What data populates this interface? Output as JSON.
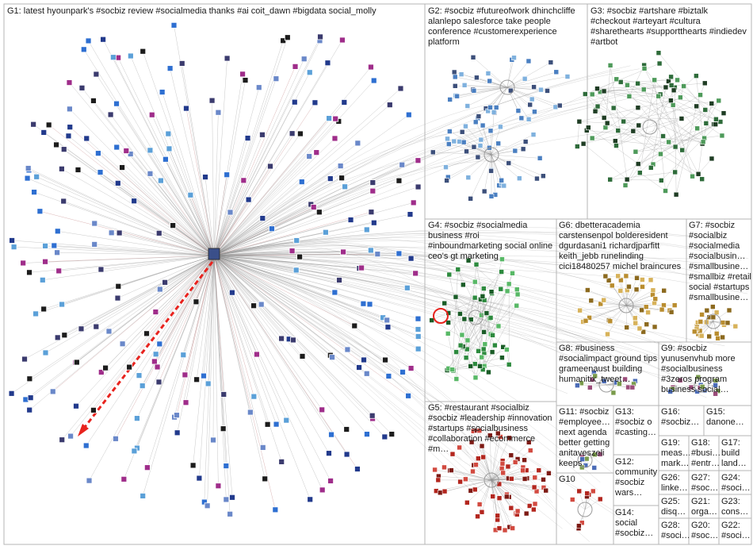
{
  "groups": [
    {
      "id": "G1",
      "text": "G1: latest hyounpark's #socbiz review #socialmedia thanks #ai coit_dawn #bigdata social_molly"
    },
    {
      "id": "G2",
      "text": "G2: #socbiz #futureofwork dhinchcliffe alanlepo salesforce take people conference #customerexperience platform"
    },
    {
      "id": "G3",
      "text": "G3: #socbiz #artshare #biztalk #checkout #arteyart #cultura #sharethearts #supportthearts #indiedev #artbot"
    },
    {
      "id": "G4",
      "text": "G4: #socbiz #socialmedia business #roi #inboundmarketing social online ceo's gt marketing"
    },
    {
      "id": "G5",
      "text": "G5: #restaurant #socialbiz #socbiz #leadership #innovation #startups #socialbusiness #collaboration #ecommerce #m…"
    },
    {
      "id": "G6",
      "text": "G6: dbetteracademia carstensenpol bolderesident dgurdasani1 richardjparfitt keith_jebb runelinding cici18480257 michel braincures"
    },
    {
      "id": "G7",
      "text": "G7: #socbiz #socialbiz #socialmedia #socialbusin… #smallbusine… #smallbiz #retail social #startups #smallbusine…"
    },
    {
      "id": "G8",
      "text": "G8: #business #socialimpact ground tips grameenaust building humanitix_tweet…"
    },
    {
      "id": "G9",
      "text": "G9: #socbiz yunusenvhub more #socialbusiness #3zeros program business social…"
    },
    {
      "id": "G11",
      "text": "G11: #socbiz #employee… next agenda better getting anitaveszeli keeps"
    },
    {
      "id": "G13",
      "text": "G13: #socbiz o #casting…"
    },
    {
      "id": "G16",
      "text": "G16: #socbiz…"
    },
    {
      "id": "G15",
      "text": "G15: danone…"
    },
    {
      "id": "G19",
      "text": "G19: meas… mark…"
    },
    {
      "id": "G18",
      "text": "G18: #busi… #entr…"
    },
    {
      "id": "G17",
      "text": "G17: build land…"
    },
    {
      "id": "G12",
      "text": "G12: community #socbiz wars…"
    },
    {
      "id": "G10",
      "text": "G10"
    },
    {
      "id": "G26",
      "text": "G26: linke…"
    },
    {
      "id": "G27",
      "text": "G27: #soc…"
    },
    {
      "id": "G24",
      "text": "G24: #soci…"
    },
    {
      "id": "G14",
      "text": "G14: social #socbiz…"
    },
    {
      "id": "G25",
      "text": "G25: disq…"
    },
    {
      "id": "G21",
      "text": "G21: orga…"
    },
    {
      "id": "G23",
      "text": "G23: cons…"
    },
    {
      "id": "G28",
      "text": "G28: #soci…"
    },
    {
      "id": "G20",
      "text": "G20: #soc…"
    },
    {
      "id": "G22",
      "text": "G22: #soci…"
    }
  ],
  "colors": {
    "edge": "#8f8f8f",
    "box_border": "#b4b4b4",
    "hub_edge": "#b56a6a",
    "highlight": "#e8231e",
    "g1_nodes": [
      "#223a8c",
      "#2e6fd1",
      "#1c1c1c",
      "#6a88c9",
      "#9f2d8a",
      "#3b3b6e",
      "#5ba0d8"
    ],
    "g2_nodes": [
      "#4a7fc1",
      "#7fb1de",
      "#3c4f7a"
    ],
    "g3_nodes": [
      "#2e6b3a",
      "#4e9a5a",
      "#1f3d24"
    ],
    "g4_nodes": [
      "#2d8a3e",
      "#58b866",
      "#1a5c27"
    ],
    "g5_nodes": [
      "#b3261e",
      "#d24a40",
      "#7d1a14"
    ],
    "g6_nodes": [
      "#b98d2f",
      "#d7b25a",
      "#8c6a1f"
    ],
    "small_nodes": [
      "#4b6cb7",
      "#7a9b4c",
      "#9b4c7a"
    ]
  }
}
